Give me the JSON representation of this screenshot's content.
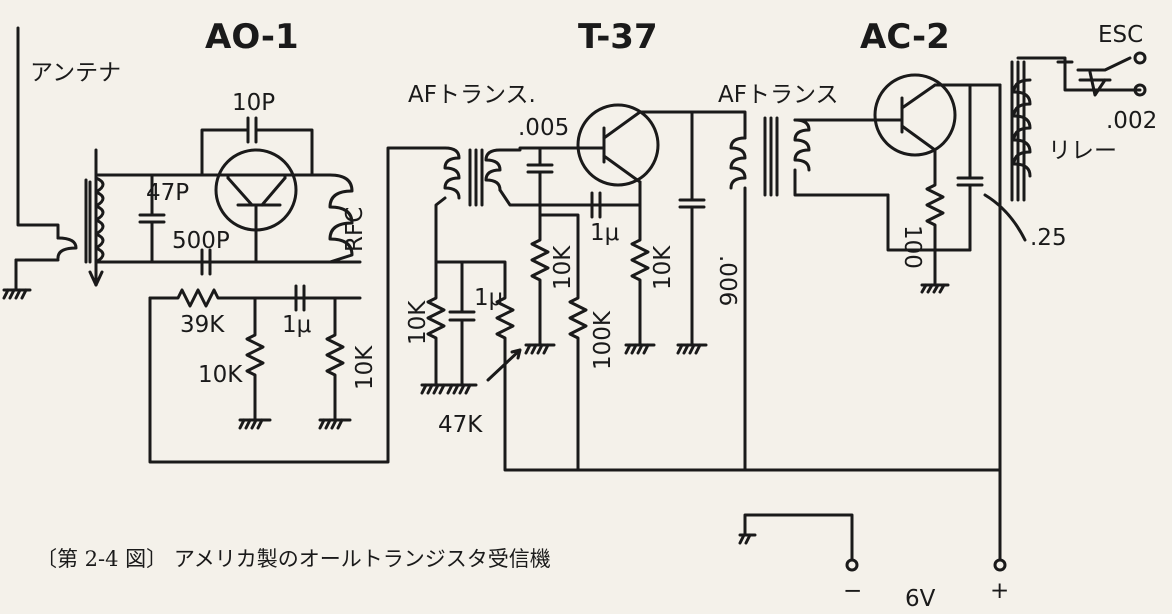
{
  "stage_labels": {
    "stage1": "AO-1",
    "stage2": "T-37",
    "stage3": "AC-2"
  },
  "labels": {
    "antenna": "アンテナ",
    "af_transformer_1": "AFトランス.",
    "af_transformer_2": "AFトランス",
    "esc": "ESC",
    "relay": "リレー",
    "c_10p": "10P",
    "c_47p": "47P",
    "c_500p": "500P",
    "rfc": "RFC",
    "r_39k": "39K",
    "c_1u_a": "1μ",
    "r_10k_a": "10K",
    "r_10k_b": "10K",
    "r_10k_c": "10K",
    "c_1u_b": "1μ",
    "vr_47k": "47K",
    "c_005": ".005",
    "c_1u_c": "1μ",
    "r_10k_d": "10K",
    "r_100k": "100K",
    "r_10k_e": "10K",
    "c_006": ".006",
    "r_100": "100",
    "c_25": ".25",
    "c_002": ".002",
    "minus": "−",
    "plus": "+",
    "voltage": "6V"
  },
  "caption": "〔第 2-4 図〕 アメリカ製のオールトランジスタ受信機"
}
